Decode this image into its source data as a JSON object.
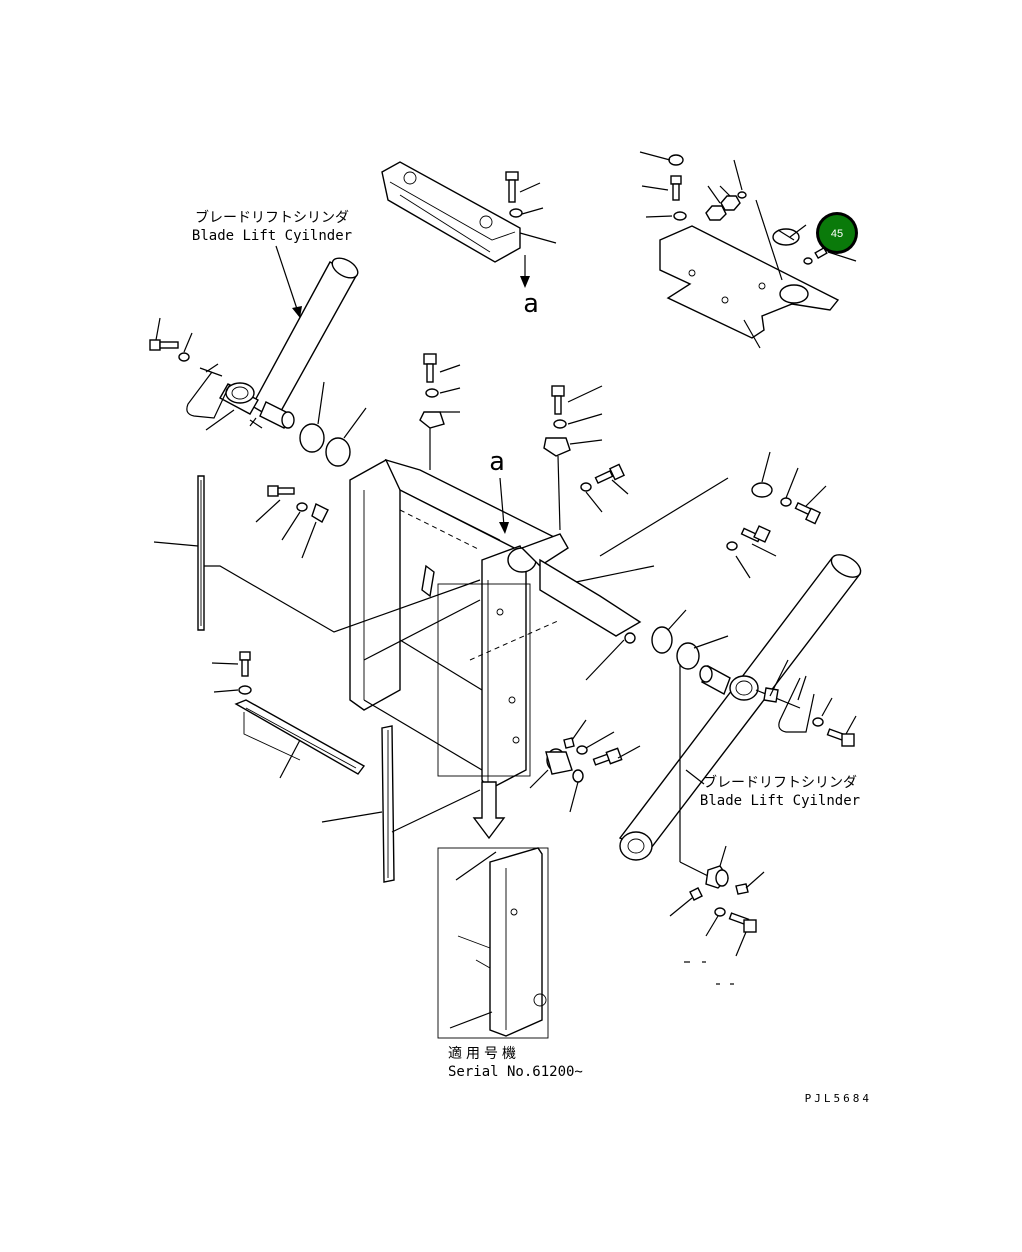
{
  "labels": {
    "blade_lift_cylinder_jp_top": "ブレードリフトシリンダ",
    "blade_lift_cylinder_en_top": "Blade Lift Cyilnder",
    "blade_lift_cylinder_jp_right": "ブレードリフトシリンダ",
    "blade_lift_cylinder_en_right": "Blade Lift Cyilnder",
    "view_marker_top": "a",
    "view_marker_center": "a",
    "serial_jp": "適用号機",
    "serial_en": "Serial No.61200~",
    "drawing_code": "PJL5684"
  },
  "badge": {
    "number": "45",
    "color": "#0a7a0a"
  }
}
